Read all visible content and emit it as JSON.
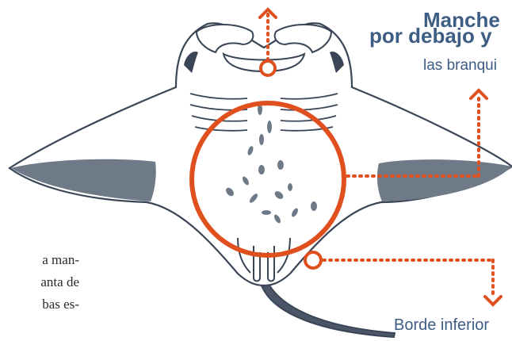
{
  "heading": {
    "line1": "Manche",
    "line2": "por debajo y",
    "subline": "las branqui"
  },
  "bottom_label": "Borde inferior",
  "body_text": {
    "lines": [
      "a man-",
      "anta de",
      "bas es-"
    ]
  },
  "colors": {
    "accent_orange": "#e0501e",
    "heading_blue": "#3d5d84",
    "outline": "#3a4656",
    "fin_fill": "#6f7a88"
  }
}
